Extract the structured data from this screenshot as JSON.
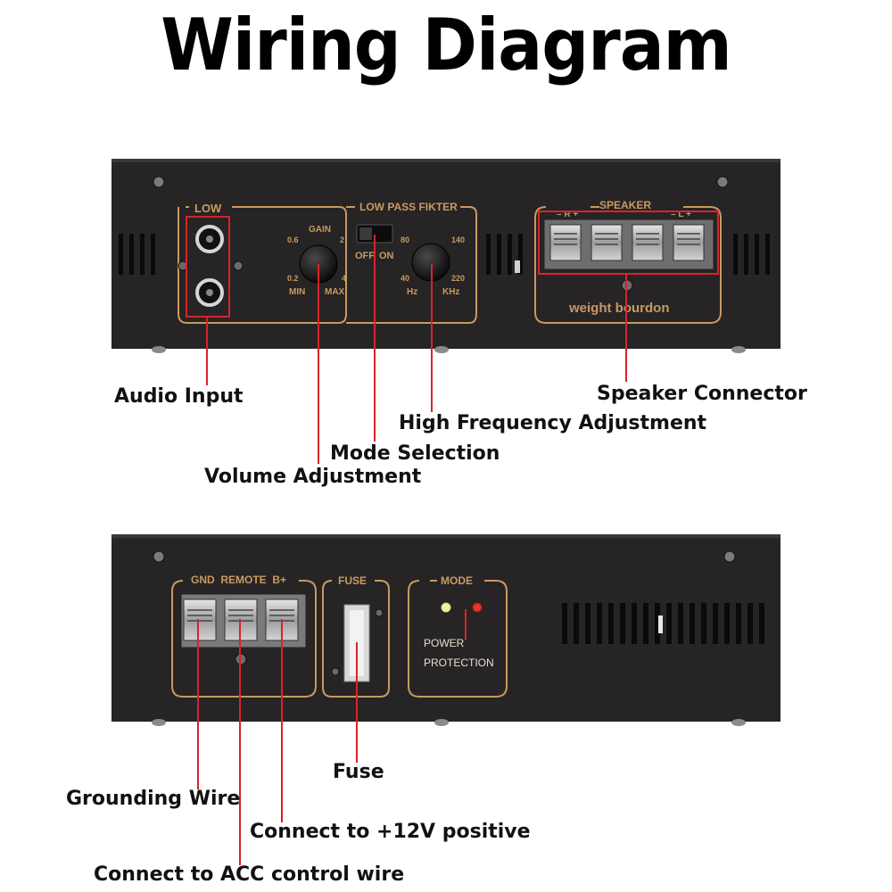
{
  "title": "Wiring Diagram",
  "colors": {
    "callout_line": "#d8232a",
    "panel": "#262424",
    "panel_print": "#c89a62",
    "text": "#111111"
  },
  "top_panel": {
    "low_label": "LOW",
    "gain_label": "GAIN",
    "gain_ticks": [
      "0.6",
      "2",
      "0.2",
      "4"
    ],
    "gain_min": "MIN",
    "gain_max": "MAX",
    "lpf_label": "LOW PASS FIKTER",
    "switch_off": "OFF",
    "switch_on": "ON",
    "freq_ticks": [
      "80",
      "140",
      "40",
      "220"
    ],
    "freq_hz": "Hz",
    "freq_khz": "KHz",
    "speaker_label": "SPEAKER",
    "speaker_polarity": [
      "– R +",
      "– L +"
    ],
    "speaker_brand": "weight bourdon"
  },
  "bottom_panel": {
    "power_terminals": "GND  REMOTE  B+",
    "fuse_label": "FUSE",
    "mode_label": "MODE",
    "power_led": "POWER",
    "protection_led": "PROTECTION"
  },
  "callouts": {
    "audio_input": "Audio Input",
    "speaker_connector": "Speaker Connector",
    "high_freq": "High Frequency Adjustment",
    "mode_selection": "Mode Selection",
    "volume": "Volume Adjustment",
    "fuse": "Fuse",
    "grounding": "Grounding Wire",
    "positive": "Connect to +12V positive",
    "acc": "Connect to ACC control wire"
  }
}
